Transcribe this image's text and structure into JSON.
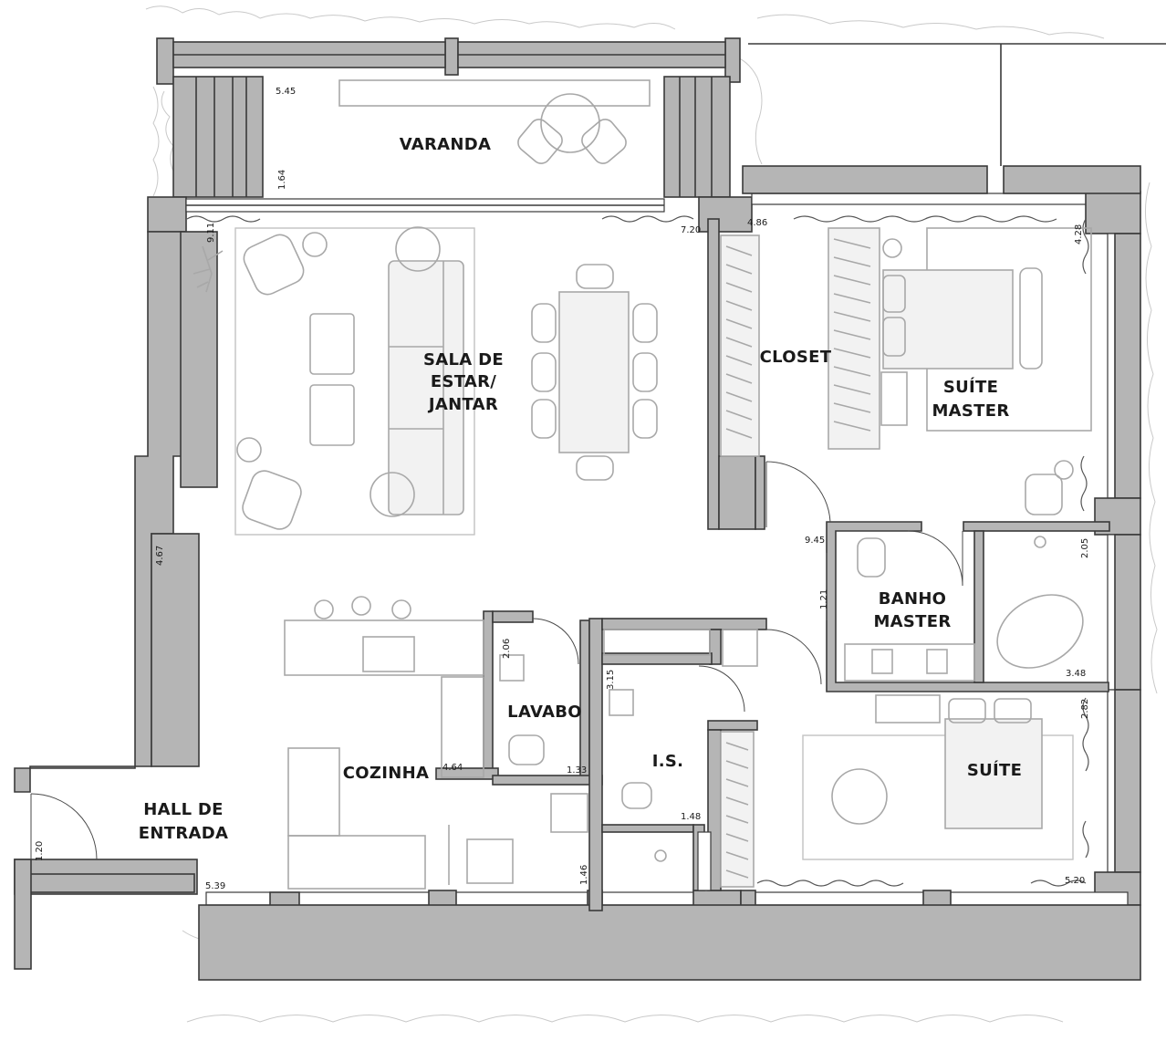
{
  "rooms": {
    "varanda": "VARANDA",
    "sala_line1": "SALA DE",
    "sala_line2": "ESTAR/",
    "sala_line3": "JANTAR",
    "closet": "CLOSET",
    "suite_master_line1": "SUÍTE",
    "suite_master_line2": "MASTER",
    "banho_line1": "BANHO",
    "banho_line2": "MASTER",
    "lavabo": "LAVABO",
    "cozinha": "COZINHA",
    "is": "I.S.",
    "suite": "SUÍTE",
    "hall_line1": "HALL DE",
    "hall_line2": "ENTRADA"
  },
  "dimensions": {
    "d545": "5.45",
    "d164": "1.64",
    "d911": "9.11",
    "d720": "7.20",
    "d486": "4.86",
    "d428": "4.28",
    "d945": "9.45",
    "d121": "1.21",
    "d205": "2.05",
    "d348": "3.48",
    "d282": "2.82",
    "d467": "4.67",
    "d206": "2.06",
    "d315": "3.15",
    "d464": "4.64",
    "d133": "1.33",
    "d148": "1.48",
    "d146": "1.46",
    "d120": "1.20",
    "d539": "5.39",
    "d520": "5.20"
  }
}
